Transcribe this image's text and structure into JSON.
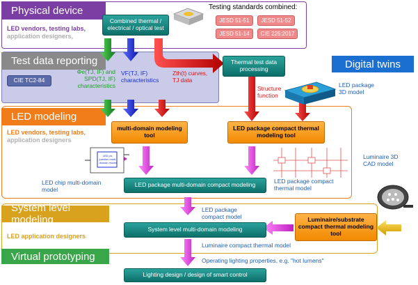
{
  "sections": {
    "physical_device": "Physical device",
    "test_data_reporting": "Test data reporting",
    "led_modeling": "LED modeling",
    "system_level_modeling": "System level modeling",
    "virtual_prototyping": "Virtual prototyping",
    "digital_twins": "Digital twins"
  },
  "users": {
    "physical": "LED vendors, testing labs,",
    "physical_2": "application designers,",
    "led_modeling": "LED vendors, testing labs,",
    "led_modeling_2": "application designers",
    "system": "LED application designers"
  },
  "boxes": {
    "combined_test": "Combined thermal / electrical / optical test",
    "thermal_processing": "Thermal test data processing",
    "multi_domain_tool": "multi-domain modeling tool",
    "compact_thermal_tool": "LED package compact thermal modeling tool",
    "led_package_compact": "LED package multi-domain compact modeling",
    "system_level": "System level multi-domain modeling",
    "luminaire_tool": "Luminaire/substrate compact thermal modeling tool",
    "lighting_design": "Lighting design / design of smart control"
  },
  "standards": {
    "title": "Testing standards combined:",
    "items": [
      "JESD 51-51",
      "JESD 51-52",
      "JESD 51-14",
      "CIE 225:2017"
    ]
  },
  "reporting": {
    "cie": "CIE TC2-84",
    "phi": "Φe(TJ, IF) and",
    "spd": "SPD(TJ, IF)",
    "characteristics_green": "characteristics",
    "vf": "VF(TJ, IF)",
    "characteristics_blue": "characteristics",
    "zth": "Zth(t) curves,",
    "tj": "TJ data"
  },
  "labels": {
    "structure_function": "Structure function",
    "led_package_3d": "LED package",
    "led_package_3d_2": "3D model",
    "luminaire_3d": "Luminaire 3D",
    "luminaire_3d_2": "CAD model",
    "chip_model": "LED chip multi-domain",
    "chip_model_2": "model",
    "compact_thermal_model": "LED package compact",
    "compact_thermal_model_2": "thermal model",
    "package_compact_model": "LED package",
    "package_compact_model_2": "compact model",
    "luminaire_compact": "Luminaire compact thermal model",
    "operating": "Operating lighting properties, e.g. \"hot lumens\"",
    "chip_inner": "LED pn-junction multi-domain model"
  },
  "colors": {
    "purple": "#7b3fa3",
    "grey_header": "#8a8a8a",
    "orange_header": "#f07d1a",
    "gold_header": "#d9a21e",
    "green_header": "#3aa64a",
    "teal": "#0f7b74",
    "arrow_green": "#1e9e2a",
    "arrow_blue": "#1a2fd6",
    "arrow_red": "#e01414",
    "arrow_magenta": "#e040e0",
    "arrow_gold": "#e0b000"
  }
}
